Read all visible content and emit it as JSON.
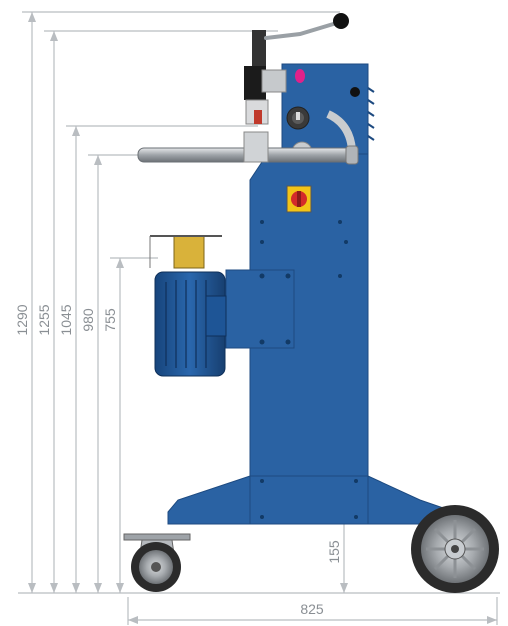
{
  "dimensions": {
    "heights": [
      {
        "label": "1290",
        "key": "overall_height"
      },
      {
        "label": "1255",
        "key": "handle_height"
      },
      {
        "label": "1045",
        "key": "head_height"
      },
      {
        "label": "980",
        "key": "bar_height"
      },
      {
        "label": "755",
        "key": "motor_top_height"
      }
    ],
    "base_clearance": "155",
    "overall_width": "825"
  },
  "colors": {
    "machine_blue": "#2a62a3",
    "machine_blue_dark": "#1d4a80",
    "motor_blue": "#1e5596",
    "dimension_grey": "#b9bdc1",
    "dimension_text": "#8a8f94",
    "bracket_yellow": "#d9b23a",
    "switch_red": "#d42a2a",
    "switch_yellow": "#f2c417"
  }
}
